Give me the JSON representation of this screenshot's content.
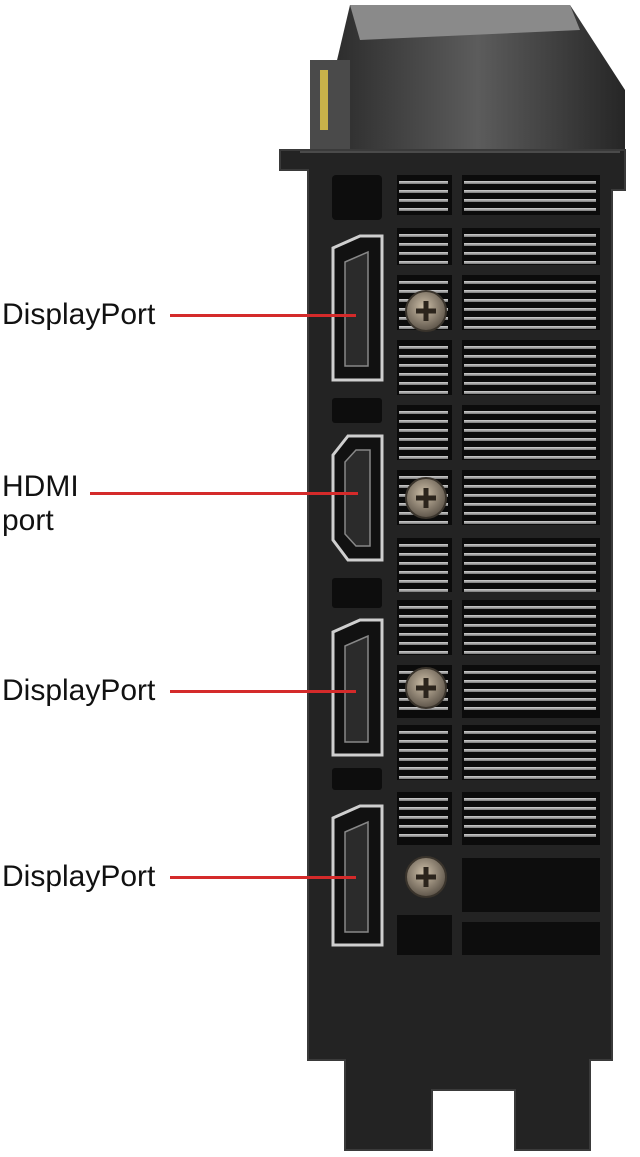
{
  "callouts": [
    {
      "text": "DisplayPort"
    },
    {
      "text": "HDMI\nport"
    },
    {
      "text": "DisplayPort"
    },
    {
      "text": "DisplayPort"
    }
  ],
  "colors": {
    "bracket": "#232323",
    "bracket_edge": "#3a3a3a",
    "heatsink_fin": "#a9a9a9",
    "leader_line": "#d42a2a",
    "screw": "#8a7f70",
    "label_text": "#111111"
  }
}
